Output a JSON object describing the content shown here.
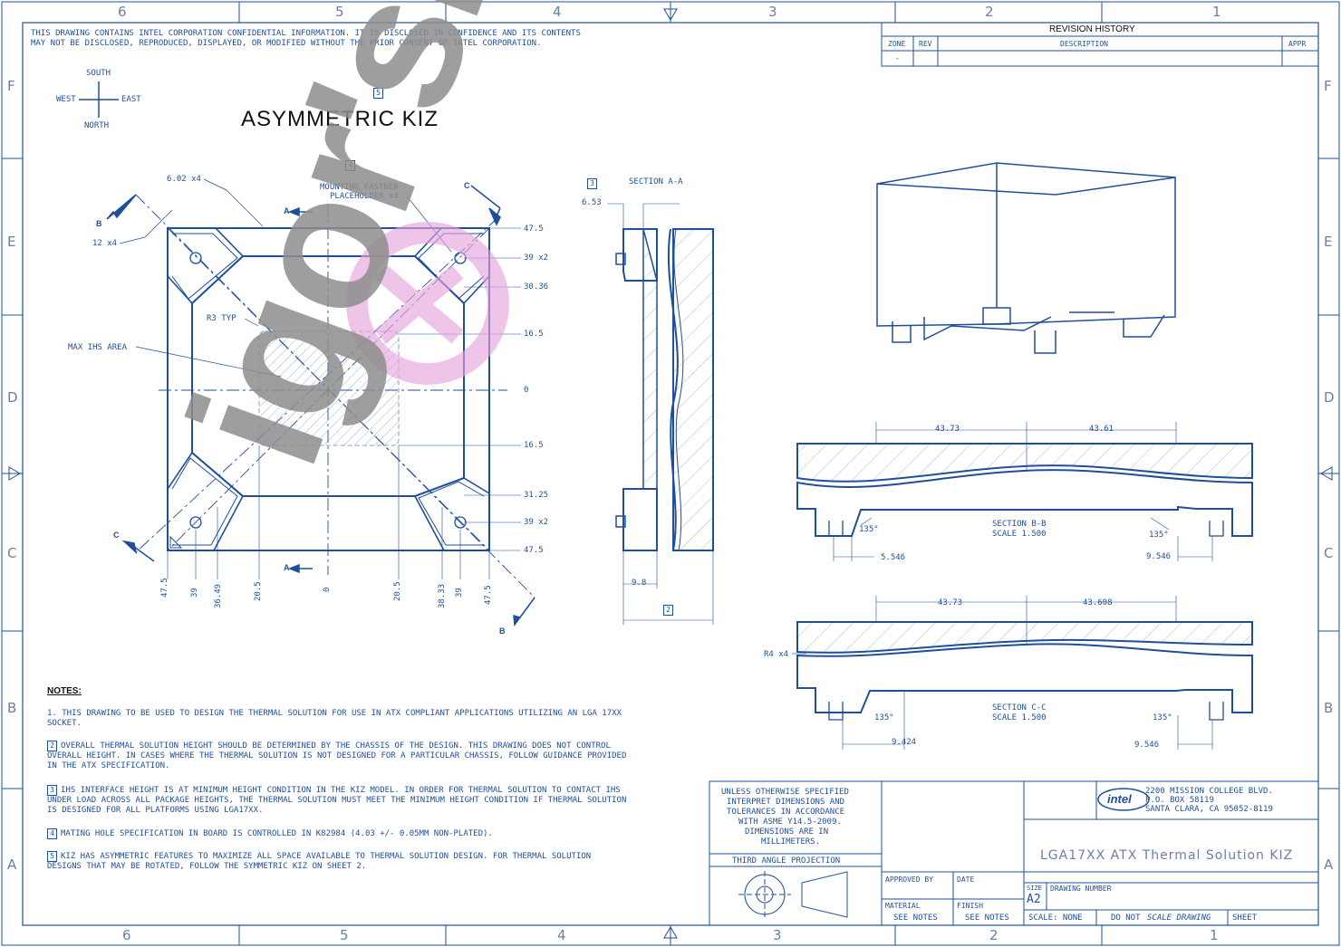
{
  "confidential": {
    "line1": "THIS DRAWING CONTAINS INTEL CORPORATION CONFIDENTIAL INFORMATION. IT IS DISCLOSED IN CONFIDENCE AND ITS CONTENTS",
    "line2": "MAY NOT BE DISCLOSED, REPRODUCED, DISPLAYED, OR MODIFIED WITHOUT THE PRIOR CONSENT OF INTEL CORPORATION."
  },
  "zones": {
    "columns": [
      "6",
      "5",
      "4",
      "3",
      "2",
      "1"
    ],
    "rows": [
      "F",
      "E",
      "D",
      "C",
      "B",
      "A"
    ]
  },
  "compass": {
    "north": "NORTH",
    "south": "SOUTH",
    "east": "EAST",
    "west": "WEST"
  },
  "title": {
    "flag": "5",
    "text": "ASYMMETRIC KIZ"
  },
  "revision": {
    "title": "REVISION HISTORY",
    "zone": "ZONE",
    "rev": "REV",
    "description": "DESCRIPTION",
    "appr": "APPR",
    "dash": "-"
  },
  "plan_view": {
    "holes_note": "6.02 x4",
    "hole_size": "12 x4",
    "fastener_flag": "4",
    "fastener_line1": "MOUNTING FASTNER",
    "fastener_line2": "PLACEHOLDER x4",
    "radius": "R3 TYP",
    "ihs": "MAX IHS AREA",
    "section_a": "A",
    "section_b": "B",
    "section_c": "C",
    "right_dims": [
      "47.5",
      "39 x2",
      "30.36",
      "16.5",
      "0",
      "16.5",
      "31.25",
      "39 x2",
      "47.5"
    ],
    "bottom_dims": [
      "47.5",
      "39",
      "36.49",
      "20.5",
      "0",
      "20.5",
      "38.33",
      "39",
      "47.5"
    ]
  },
  "section_aa": {
    "flag": "3",
    "title": "SECTION  A-A",
    "dim_top": "6.53",
    "dim_bottom": "9.8",
    "flag2": "2"
  },
  "section_bb": {
    "dims_top": [
      "43.73",
      "43.61"
    ],
    "title": "SECTION  B-B",
    "scale": "SCALE  1.500",
    "angle_left": "135°",
    "angle_right": "135°",
    "dim_left": "5.546",
    "dim_right": "9.546"
  },
  "section_cc": {
    "dims_top": [
      "43.73",
      "43.608"
    ],
    "radius": "R4 x4",
    "title": "SECTION  C-C",
    "scale": "SCALE  1.500",
    "angle_left": "135°",
    "angle_right": "135°",
    "dim_left": "9.424",
    "dim_right": "9.546"
  },
  "notes": {
    "heading": "NOTES:",
    "items": [
      {
        "flag": "",
        "text": "1. THIS DRAWING TO BE USED TO DESIGN THE THERMAL SOLUTION FOR USE IN ATX COMPLIANT APPLICATIONS UTILIZING AN LGA 17XX SOCKET."
      },
      {
        "flag": "2",
        "text": "OVERALL THERMAL SOLUTION HEIGHT SHOULD BE DETERMINED BY THE CHASSIS OF THE DESIGN. THIS DRAWING DOES NOT CONTROL OVERALL HEIGHT. IN CASES WHERE THE THERMAL SOLUTION IS NOT DESIGNED FOR A PARTICULAR CHASSIS, FOLLOW GUIDANCE PROVIDED IN THE ATX SPECIFICATION."
      },
      {
        "flag": "3",
        "text": "IHS INTERFACE HEIGHT IS AT MINIMUM HEIGHT CONDITION IN THE KIZ MODEL. IN ORDER FOR THERMAL SOLUTION TO CONTACT IHS UNDER LOAD ACROSS ALL PACKAGE HEIGHTS, THE THERMAL SOLUTION MUST MEET THE MINIMUM HEIGHT CONDITION IF THERMAL SOLUTION IS DESIGNED FOR ALL PLATFORMS USING LGA17XX."
      },
      {
        "flag": "4",
        "text": "MATING HOLE SPECIFICATION IN BOARD IS CONTROLLED IN K82984 (4.03 +/- 0.05MM NON-PLATED)."
      },
      {
        "flag": "5",
        "text": "KIZ HAS ASYMMETRIC FEATURES TO MAXIMIZE ALL SPACE AVAILABLE TO THERMAL SOLUTION DESIGN. FOR THERMAL SOLUTION DESIGNS THAT MAY BE ROTATED, FOLLOW THE SYMMETRIC KIZ ON SHEET 2."
      }
    ]
  },
  "title_block": {
    "unless": [
      "UNLESS OTHERWISE SPECIFIED",
      "INTERPRET DIMENSIONS AND",
      "TOLERANCES IN ACCORDANCE",
      "WITH ASME Y14.5-2009.",
      "DIMENSIONS ARE IN",
      "MILLIMETERS."
    ],
    "projection": "THIRD ANGLE PROJECTION",
    "company_logo": "intel",
    "address": [
      "2200 MISSION COLLEGE BLVD.",
      "P.O. BOX 58119",
      "SANTA CLARA, CA 95052-8119"
    ],
    "drawing_title": "LGA17XX ATX Thermal Solution KIZ",
    "approved_by": "APPROVED BY",
    "date": "DATE",
    "size_label": "SIZE",
    "size": "A2",
    "drawing_number": "DRAWING NUMBER",
    "material": "MATERIAL",
    "finish": "FINISH",
    "see_notes_1": "SEE NOTES",
    "see_notes_2": "SEE NOTES",
    "scale": "SCALE: NONE",
    "do_not": "DO NOT",
    "scale_drawing": "SCALE DRAWING",
    "sheet": "SHEET"
  },
  "watermark": {
    "text": "igor'sLAB"
  },
  "colors": {
    "line": "#1f4f9a",
    "watermark_gray": "#8e8e8e",
    "watermark_pink": "#e6a3dc"
  }
}
